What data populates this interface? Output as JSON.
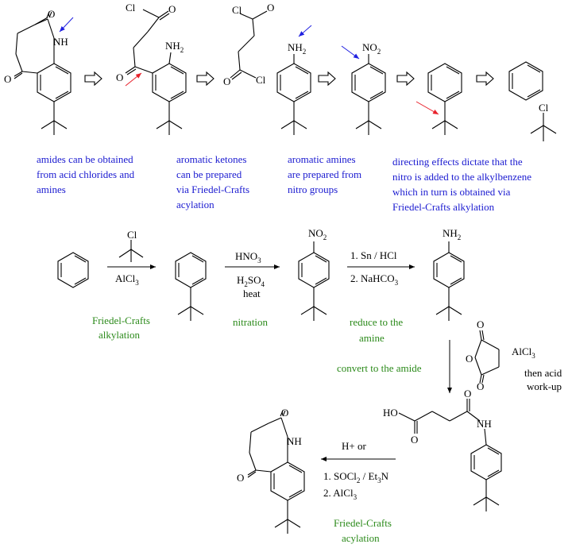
{
  "notes": {
    "n1": [
      "amides can be obtained",
      "from acid chlorides and",
      "amines"
    ],
    "n2": [
      "aromatic ketones",
      "can be prepared",
      "via Friedel-Crafts",
      "acylation"
    ],
    "n3": [
      "aromatic amines",
      "are prepared from",
      "nitro groups"
    ],
    "n4": [
      "directing effects dictate that the",
      "nitro is added to the alkylbenzene",
      "which in turn is obtained via",
      "Friedel-Crafts alkylation"
    ]
  },
  "atoms": {
    "o": "O",
    "nh": "NH",
    "cl": "Cl",
    "nh2": "NH",
    "no2": "NO",
    "ho": "HO",
    "sub2": "2"
  },
  "reagents": {
    "alcl3": "AlCl",
    "hno3": "HNO",
    "h2so4_a": "H",
    "h2so4_b": "SO",
    "heat": "heat",
    "snhcl": "1.  Sn / HCl",
    "nahco3": "2.  NaHCO",
    "alcl3_b": "AlCl",
    "then_acid": "then acid",
    "workup": "work-up",
    "hplus": "H+  or",
    "socl2": "1.  SOCl",
    "et3n": " / Et",
    "n": "N",
    "alcl3_c": "2.  AlCl",
    "three": "3",
    "four": "4"
  },
  "conditions": {
    "fc_alk": [
      "Friedel-Crafts",
      "alkylation"
    ],
    "nitration": "nitration",
    "reduce": [
      "reduce to the",
      "amine"
    ],
    "convert": "convert to the amide",
    "fc_acyl": [
      "Friedel-Crafts",
      "acylation"
    ]
  },
  "colors": {
    "note": "#1a1ad0",
    "condition": "#2b8a1a",
    "red_arrow": "#e8202a",
    "blue_arrow": "#2020e0"
  }
}
